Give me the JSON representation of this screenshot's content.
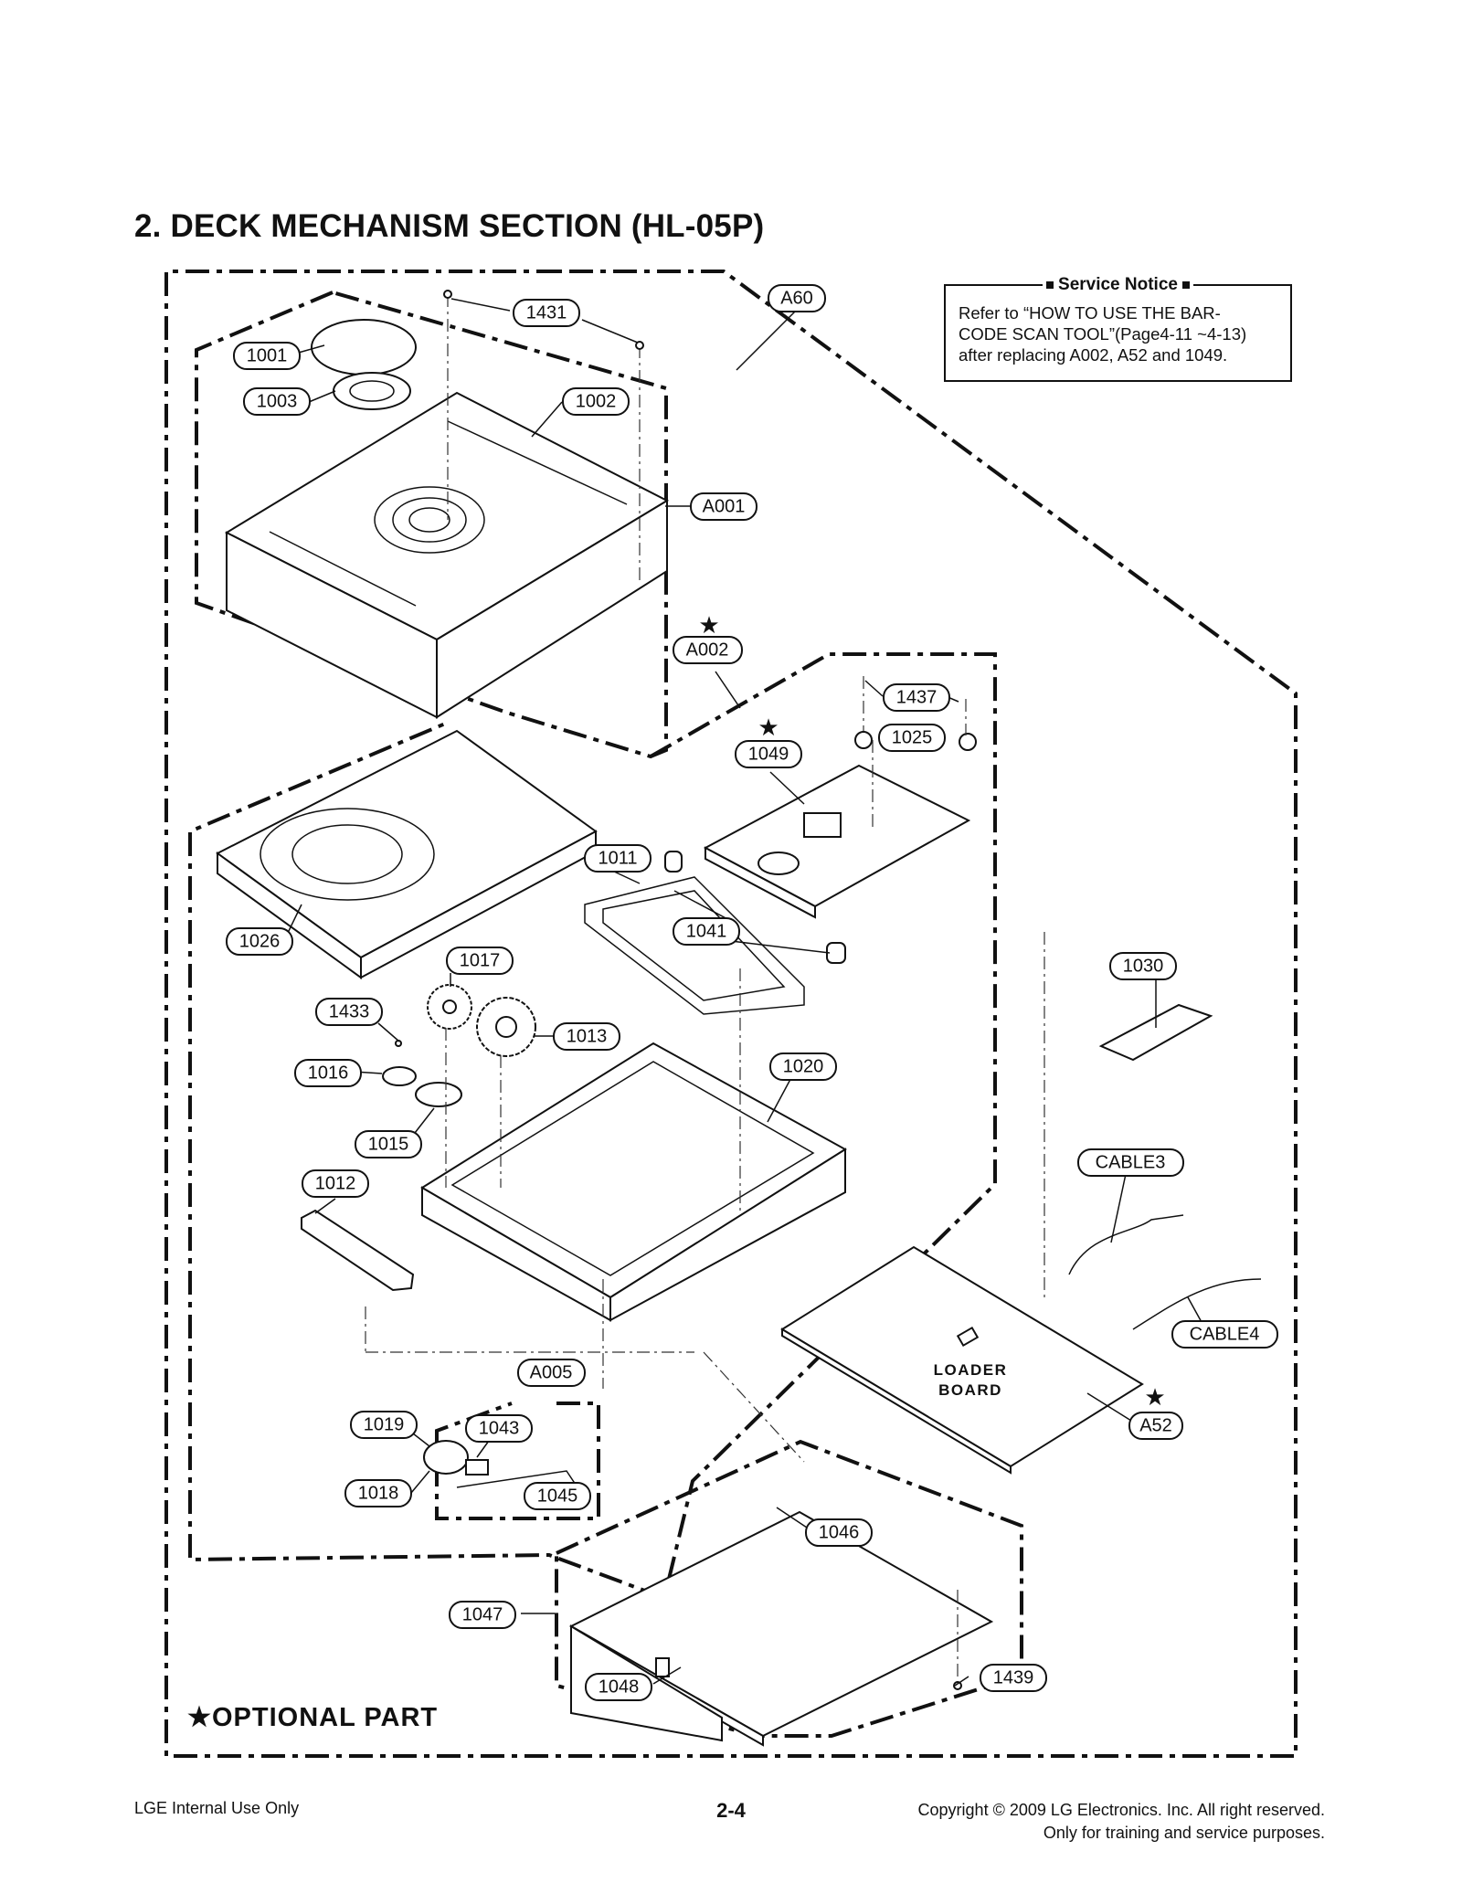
{
  "title": "2. DECK MECHANISM SECTION (HL-05P)",
  "service_notice": {
    "title": "Service Notice",
    "body": "Refer to “HOW TO USE THE BAR-\nCODE SCAN TOOL”(Page4-11 ~4-13)\nafter replacing A002, A52 and 1049."
  },
  "board_label_line1": "LOADER",
  "board_label_line2": "BOARD",
  "optional_star": "★",
  "legend": "★OPTIONAL PART",
  "callouts": [
    "1431",
    "A60",
    "1001",
    "1003",
    "1002",
    "A001",
    "A002",
    "1437",
    "1049",
    "1025",
    "1011",
    "1026",
    "1041",
    "1017",
    "1030",
    "1433",
    "1013",
    "1016",
    "1020",
    "1015",
    "CABLE3",
    "1012",
    "CABLE4",
    "A005",
    "A52",
    "1019",
    "1043",
    "1018",
    "1045",
    "1046",
    "1047",
    "1439",
    "1048"
  ],
  "footer": {
    "left": "LGE Internal Use Only",
    "page": "2-4",
    "right_line1": "Copyright © 2009 LG Electronics. Inc. All right reserved.",
    "right_line2": "Only for training and service purposes."
  }
}
